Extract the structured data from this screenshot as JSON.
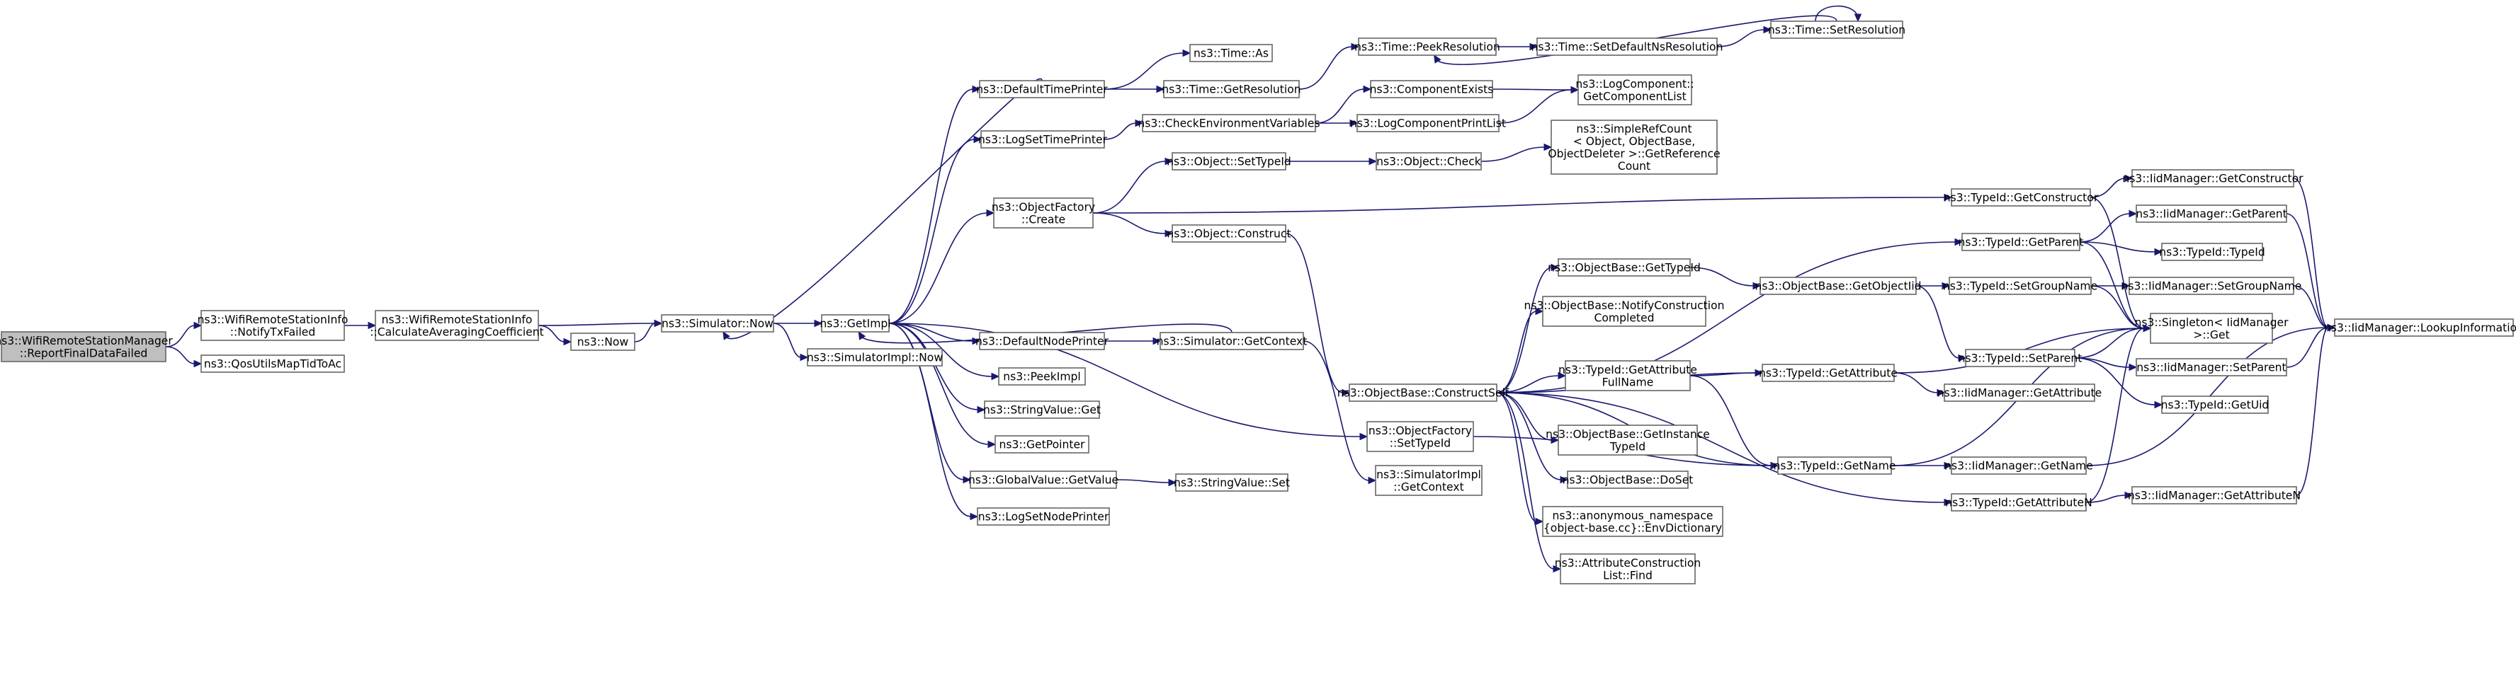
{
  "diagram": {
    "type": "call-graph",
    "nodes": [
      {
        "id": "root",
        "lines": [
          "ns3::WifiRemoteStationManager",
          "::ReportFinalDataFailed"
        ],
        "root": true
      },
      {
        "id": "notify",
        "lines": [
          "ns3::WifiRemoteStationInfo",
          "::NotifyTxFailed"
        ]
      },
      {
        "id": "qos",
        "lines": [
          "ns3::QosUtilsMapTidToAc"
        ]
      },
      {
        "id": "calc",
        "lines": [
          "ns3::WifiRemoteStationInfo",
          "::CalculateAveragingCoefficient"
        ]
      },
      {
        "id": "now",
        "lines": [
          "ns3::Now"
        ]
      },
      {
        "id": "simnow",
        "lines": [
          "ns3::Simulator::Now"
        ]
      },
      {
        "id": "getimpl",
        "lines": [
          "ns3::GetImpl"
        ]
      },
      {
        "id": "simimplnow",
        "lines": [
          "ns3::SimulatorImpl::Now"
        ]
      },
      {
        "id": "dtp",
        "lines": [
          "ns3::DefaultTimePrinter"
        ]
      },
      {
        "id": "lstp",
        "lines": [
          "ns3::LogSetTimePrinter"
        ]
      },
      {
        "id": "ofcreate",
        "lines": [
          "ns3::ObjectFactory",
          "::Create"
        ]
      },
      {
        "id": "dnp",
        "lines": [
          "ns3::DefaultNodePrinter"
        ]
      },
      {
        "id": "peekimpl",
        "lines": [
          "ns3::PeekImpl"
        ]
      },
      {
        "id": "svget",
        "lines": [
          "ns3::StringValue::Get"
        ]
      },
      {
        "id": "getpointer",
        "lines": [
          "ns3::GetPointer"
        ]
      },
      {
        "id": "gvgetvalue",
        "lines": [
          "ns3::GlobalValue::GetValue"
        ]
      },
      {
        "id": "lsnp",
        "lines": [
          "ns3::LogSetNodePrinter"
        ]
      },
      {
        "id": "timeas",
        "lines": [
          "ns3::Time::As"
        ]
      },
      {
        "id": "timegetres",
        "lines": [
          "ns3::Time::GetResolution"
        ]
      },
      {
        "id": "cev",
        "lines": [
          "ns3::CheckEnvironmentVariables"
        ]
      },
      {
        "id": "objsettid",
        "lines": [
          "ns3::Object::SetTypeId"
        ]
      },
      {
        "id": "objconstruct",
        "lines": [
          "ns3::Object::Construct"
        ]
      },
      {
        "id": "simgetctx",
        "lines": [
          "ns3::Simulator::GetContext"
        ]
      },
      {
        "id": "svset",
        "lines": [
          "ns3::StringValue::Set"
        ]
      },
      {
        "id": "timepeekres",
        "lines": [
          "ns3::Time::PeekResolution"
        ]
      },
      {
        "id": "compexists",
        "lines": [
          "ns3::ComponentExists"
        ]
      },
      {
        "id": "lcpl",
        "lines": [
          "ns3::LogComponentPrintList"
        ]
      },
      {
        "id": "objcheck",
        "lines": [
          "ns3::Object::Check"
        ]
      },
      {
        "id": "obconstructself",
        "lines": [
          "ns3::ObjectBase::ConstructSelf"
        ]
      },
      {
        "id": "ofsettid",
        "lines": [
          "ns3::ObjectFactory",
          "::SetTypeId"
        ]
      },
      {
        "id": "simimplgetctx",
        "lines": [
          "ns3::SimulatorImpl",
          "::GetContext"
        ]
      },
      {
        "id": "timesetdef",
        "lines": [
          "ns3::Time::SetDefaultNsResolution"
        ]
      },
      {
        "id": "timesetres",
        "lines": [
          "ns3::Time::SetResolution"
        ]
      },
      {
        "id": "lcgetlist",
        "lines": [
          "ns3::LogComponent::",
          "GetComponentList"
        ]
      },
      {
        "id": "srcgetref",
        "lines": [
          "ns3::SimpleRefCount",
          "< Object, ObjectBase,",
          "ObjectDeleter >::GetReference",
          "Count"
        ]
      },
      {
        "id": "obgettid",
        "lines": [
          "ns3::ObjectBase::GetTypeId"
        ]
      },
      {
        "id": "obnotify",
        "lines": [
          "ns3::ObjectBase::NotifyConstruction",
          "Completed"
        ]
      },
      {
        "id": "tidgetattrfull",
        "lines": [
          "ns3::TypeId::GetAttribute",
          "FullName"
        ]
      },
      {
        "id": "obgetinst",
        "lines": [
          "ns3::ObjectBase::GetInstance",
          "TypeId"
        ]
      },
      {
        "id": "obdoset",
        "lines": [
          "ns3::ObjectBase::DoSet"
        ]
      },
      {
        "id": "anonenv",
        "lines": [
          "ns3::anonymous_namespace",
          "{object-base.cc}::EnvDictionary"
        ]
      },
      {
        "id": "acfind",
        "lines": [
          "ns3::AttributeConstruction",
          "List::Find"
        ]
      },
      {
        "id": "obgetobjtid",
        "lines": [
          "ns3::ObjectBase::GetObjectIid"
        ]
      },
      {
        "id": "tidgetattr",
        "lines": [
          "ns3::TypeId::GetAttribute"
        ]
      },
      {
        "id": "tidgetname",
        "lines": [
          "ns3::TypeId::GetName"
        ]
      },
      {
        "id": "tidgetctor",
        "lines": [
          "ns3::TypeId::GetConstructor"
        ]
      },
      {
        "id": "tidgetparent",
        "lines": [
          "ns3::TypeId::GetParent"
        ]
      },
      {
        "id": "tidsetgroup",
        "lines": [
          "ns3::TypeId::SetGroupName"
        ]
      },
      {
        "id": "tidsetparent",
        "lines": [
          "ns3::TypeId::SetParent"
        ]
      },
      {
        "id": "iidgetattr",
        "lines": [
          "ns3::IidManager::GetAttribute"
        ]
      },
      {
        "id": "iidgetname",
        "lines": [
          "ns3::IidManager::GetName"
        ]
      },
      {
        "id": "tidgetattrn",
        "lines": [
          "ns3::TypeId::GetAttributeN"
        ]
      },
      {
        "id": "iidgetctor",
        "lines": [
          "ns3::IidManager::GetConstructor"
        ]
      },
      {
        "id": "iidgetparent",
        "lines": [
          "ns3::IidManager::GetParent"
        ]
      },
      {
        "id": "tidtypeid",
        "lines": [
          "ns3::TypeId::TypeId"
        ]
      },
      {
        "id": "iidsetgroup",
        "lines": [
          "ns3::IidManager::SetGroupName"
        ]
      },
      {
        "id": "singletonget",
        "lines": [
          "ns3::Singleton< IidManager",
          ">::Get"
        ]
      },
      {
        "id": "iidsetparent",
        "lines": [
          "ns3::IidManager::SetParent"
        ]
      },
      {
        "id": "tidgetuid",
        "lines": [
          "ns3::TypeId::GetUid"
        ]
      },
      {
        "id": "iidgetattrn",
        "lines": [
          "ns3::IidManager::GetAttributeN"
        ]
      },
      {
        "id": "iidlookup",
        "lines": [
          "ns3::IidManager::LookupInformation"
        ]
      }
    ],
    "edges": [
      [
        "root",
        "notify"
      ],
      [
        "root",
        "qos"
      ],
      [
        "notify",
        "calc"
      ],
      [
        "calc",
        "now"
      ],
      [
        "calc",
        "simnow"
      ],
      [
        "now",
        "simnow"
      ],
      [
        "simnow",
        "getimpl"
      ],
      [
        "simnow",
        "simimplnow"
      ],
      [
        "getimpl",
        "dtp"
      ],
      [
        "getimpl",
        "lstp"
      ],
      [
        "getimpl",
        "ofcreate"
      ],
      [
        "getimpl",
        "dnp"
      ],
      [
        "getimpl",
        "peekimpl"
      ],
      [
        "getimpl",
        "svget"
      ],
      [
        "getimpl",
        "getpointer"
      ],
      [
        "getimpl",
        "gvgetvalue"
      ],
      [
        "getimpl",
        "lsnp"
      ],
      [
        "getimpl",
        "ofsettid"
      ],
      [
        "dtp",
        "simnow"
      ],
      [
        "dtp",
        "timeas"
      ],
      [
        "dtp",
        "timegetres"
      ],
      [
        "lstp",
        "cev"
      ],
      [
        "ofcreate",
        "objsettid"
      ],
      [
        "ofcreate",
        "objconstruct"
      ],
      [
        "ofcreate",
        "tidgetctor"
      ],
      [
        "dnp",
        "simgetctx"
      ],
      [
        "simgetctx",
        "getimpl"
      ],
      [
        "simgetctx",
        "simimplgetctx"
      ],
      [
        "gvgetvalue",
        "svset"
      ],
      [
        "timegetres",
        "timepeekres"
      ],
      [
        "timepeekres",
        "timesetdef"
      ],
      [
        "timesetdef",
        "timesetres"
      ],
      [
        "timesetres",
        "timepeekres"
      ],
      [
        "timesetres",
        "timesetres"
      ],
      [
        "cev",
        "compexists"
      ],
      [
        "cev",
        "lcpl"
      ],
      [
        "compexists",
        "lcgetlist"
      ],
      [
        "lcpl",
        "lcgetlist"
      ],
      [
        "objsettid",
        "objcheck"
      ],
      [
        "objcheck",
        "srcgetref"
      ],
      [
        "objconstruct",
        "obconstructself"
      ],
      [
        "obconstructself",
        "obgettid"
      ],
      [
        "obconstructself",
        "obnotify"
      ],
      [
        "obconstructself",
        "tidgetattrfull"
      ],
      [
        "obconstructself",
        "tidgetattr"
      ],
      [
        "obconstructself",
        "obgetinst"
      ],
      [
        "obconstructself",
        "obdoset"
      ],
      [
        "obconstructself",
        "anonenv"
      ],
      [
        "obconstructself",
        "acfind"
      ],
      [
        "obconstructself",
        "tidgetname"
      ],
      [
        "obconstructself",
        "tidgetattrn"
      ],
      [
        "obconstructself",
        "tidgetparent"
      ],
      [
        "ofsettid",
        "tidgetname"
      ],
      [
        "obgettid",
        "obgetobjtid"
      ],
      [
        "obgetobjtid",
        "tidsetgroup"
      ],
      [
        "obgetobjtid",
        "tidsetparent"
      ],
      [
        "tidgetattrfull",
        "tidgetattr"
      ],
      [
        "tidgetattrfull",
        "tidgetname"
      ],
      [
        "tidgetattr",
        "iidgetattr"
      ],
      [
        "tidgetattr",
        "singletonget"
      ],
      [
        "tidgetname",
        "iidgetname"
      ],
      [
        "tidgetname",
        "singletonget"
      ],
      [
        "tidgetctor",
        "iidgetctor"
      ],
      [
        "tidgetctor",
        "singletonget"
      ],
      [
        "tidgetparent",
        "iidgetparent"
      ],
      [
        "tidgetparent",
        "tidtypeid"
      ],
      [
        "tidgetparent",
        "singletonget"
      ],
      [
        "tidsetgroup",
        "iidsetgroup"
      ],
      [
        "tidsetgroup",
        "singletonget"
      ],
      [
        "tidsetparent",
        "iidsetparent"
      ],
      [
        "tidsetparent",
        "tidgetuid"
      ],
      [
        "tidsetparent",
        "singletonget"
      ],
      [
        "tidgetattrn",
        "iidgetattrn"
      ],
      [
        "tidgetattrn",
        "singletonget"
      ],
      [
        "iidgetctor",
        "iidlookup"
      ],
      [
        "iidgetparent",
        "iidlookup"
      ],
      [
        "iidsetgroup",
        "iidlookup"
      ],
      [
        "iidsetparent",
        "iidlookup"
      ],
      [
        "iidgetname",
        "iidlookup"
      ],
      [
        "iidgetattrn",
        "iidlookup"
      ]
    ]
  }
}
